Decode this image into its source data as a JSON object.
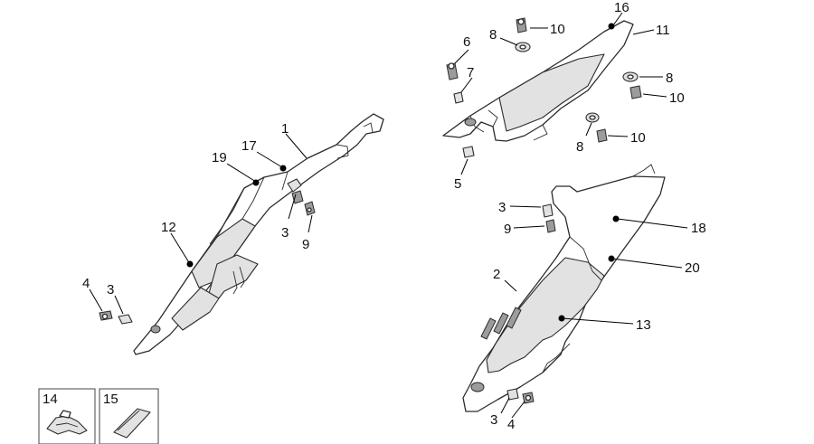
{
  "callouts": {
    "c1": "1",
    "c2": "2",
    "c3a": "3",
    "c3b": "3",
    "c3c": "3",
    "c3d": "3",
    "c4a": "4",
    "c4b": "4",
    "c5": "5",
    "c6": "6",
    "c7": "7",
    "c8a": "8",
    "c8b": "8",
    "c8c": "8",
    "c9a": "9",
    "c9b": "9",
    "c10a": "10",
    "c10b": "10",
    "c10c": "10",
    "c11": "11",
    "c12": "12",
    "c13": "13",
    "c14": "14",
    "c15": "15",
    "c16": "16",
    "c17": "17",
    "c18": "18",
    "c19": "19",
    "c20": "20"
  },
  "inset_boxes": {
    "box14": "14",
    "box15": "15"
  }
}
